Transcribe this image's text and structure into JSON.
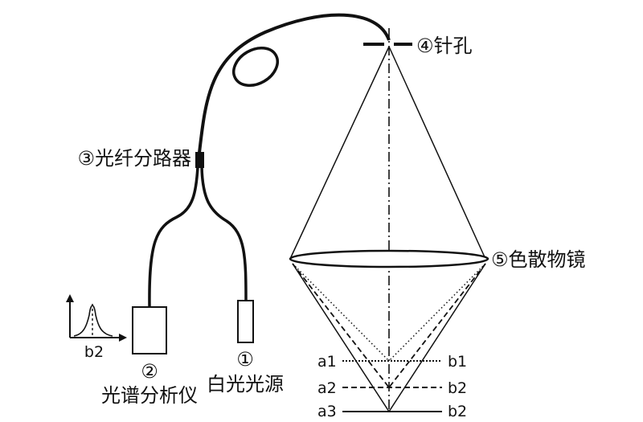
{
  "labels": {
    "splitter": "③光纤分路器",
    "pinhole": "④针孔",
    "objective": "⑤色散物镜",
    "spectrometer_num": "②",
    "spectrometer": "光谱分析仪",
    "source_num": "①",
    "source": "白光光源",
    "spectrum_axis": "b2"
  },
  "focal_levels": [
    {
      "left": "a1",
      "right": "b1"
    },
    {
      "left": "a2",
      "right": "b2"
    },
    {
      "left": "a3",
      "right": "b2"
    }
  ],
  "colors": {
    "line": "#111111",
    "text": "#111111",
    "background": "#ffffff"
  }
}
